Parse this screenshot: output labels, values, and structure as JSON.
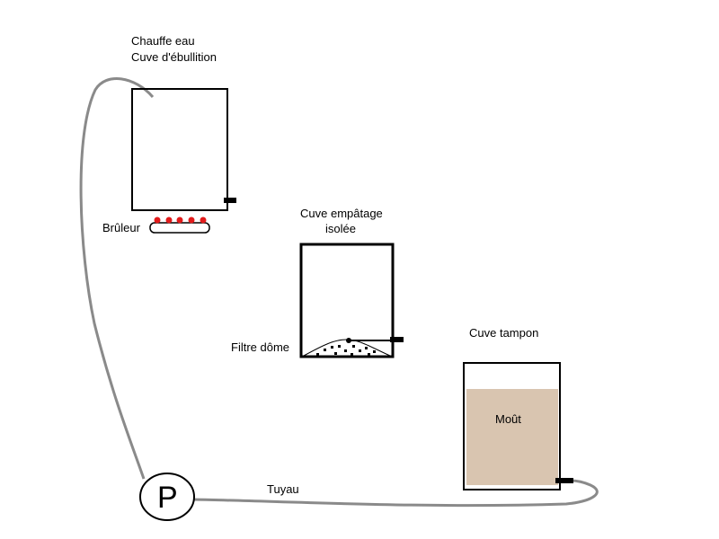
{
  "labels": {
    "boil_line1": "Chauffe eau",
    "boil_line2": "Cuve d'ébullition",
    "burner": "Brûleur",
    "mash_line1": "Cuve empâtage",
    "mash_line2": "isolée",
    "dome_filter": "Filtre dôme",
    "buffer": "Cuve tampon",
    "wort": "Moût",
    "hose": "Tuyau",
    "pump": "P"
  },
  "colors": {
    "hose": "#8a8a8a",
    "wort": "#d9c5b0",
    "flame": "#e21b1b",
    "outline": "#000000"
  }
}
